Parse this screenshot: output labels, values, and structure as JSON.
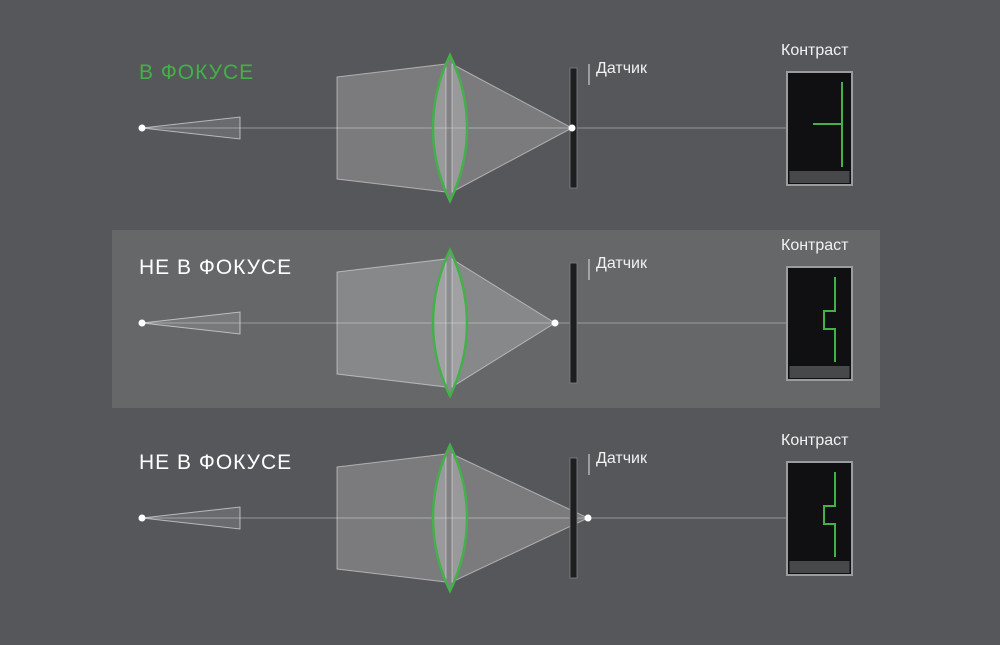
{
  "page": {
    "background_color": "#56575a",
    "highlight_band_color": "#666769",
    "accent_green": "#43b049",
    "description_icons": [
      "lens-icon",
      "sensor-icon",
      "contrast-display-icon",
      "light-cone-icon",
      "focus-point-icon"
    ]
  },
  "rows": [
    {
      "title": "В ФОКУСЕ",
      "title_color": "#43b049",
      "sensor_label": "Датчик",
      "contrast_label": "Контраст",
      "focal_point": "on-sensor",
      "contrast_profile": "sharp-step"
    },
    {
      "title": "НЕ В ФОКУСЕ",
      "title_color": "#ffffff",
      "sensor_label": "Датчик",
      "contrast_label": "Контраст",
      "focal_point": "before-sensor",
      "contrast_profile": "soft-step"
    },
    {
      "title": "НЕ В ФОКУСЕ",
      "title_color": "#ffffff",
      "sensor_label": "Датчик",
      "contrast_label": "Контраст",
      "focal_point": "behind-sensor",
      "contrast_profile": "soft-step"
    }
  ]
}
